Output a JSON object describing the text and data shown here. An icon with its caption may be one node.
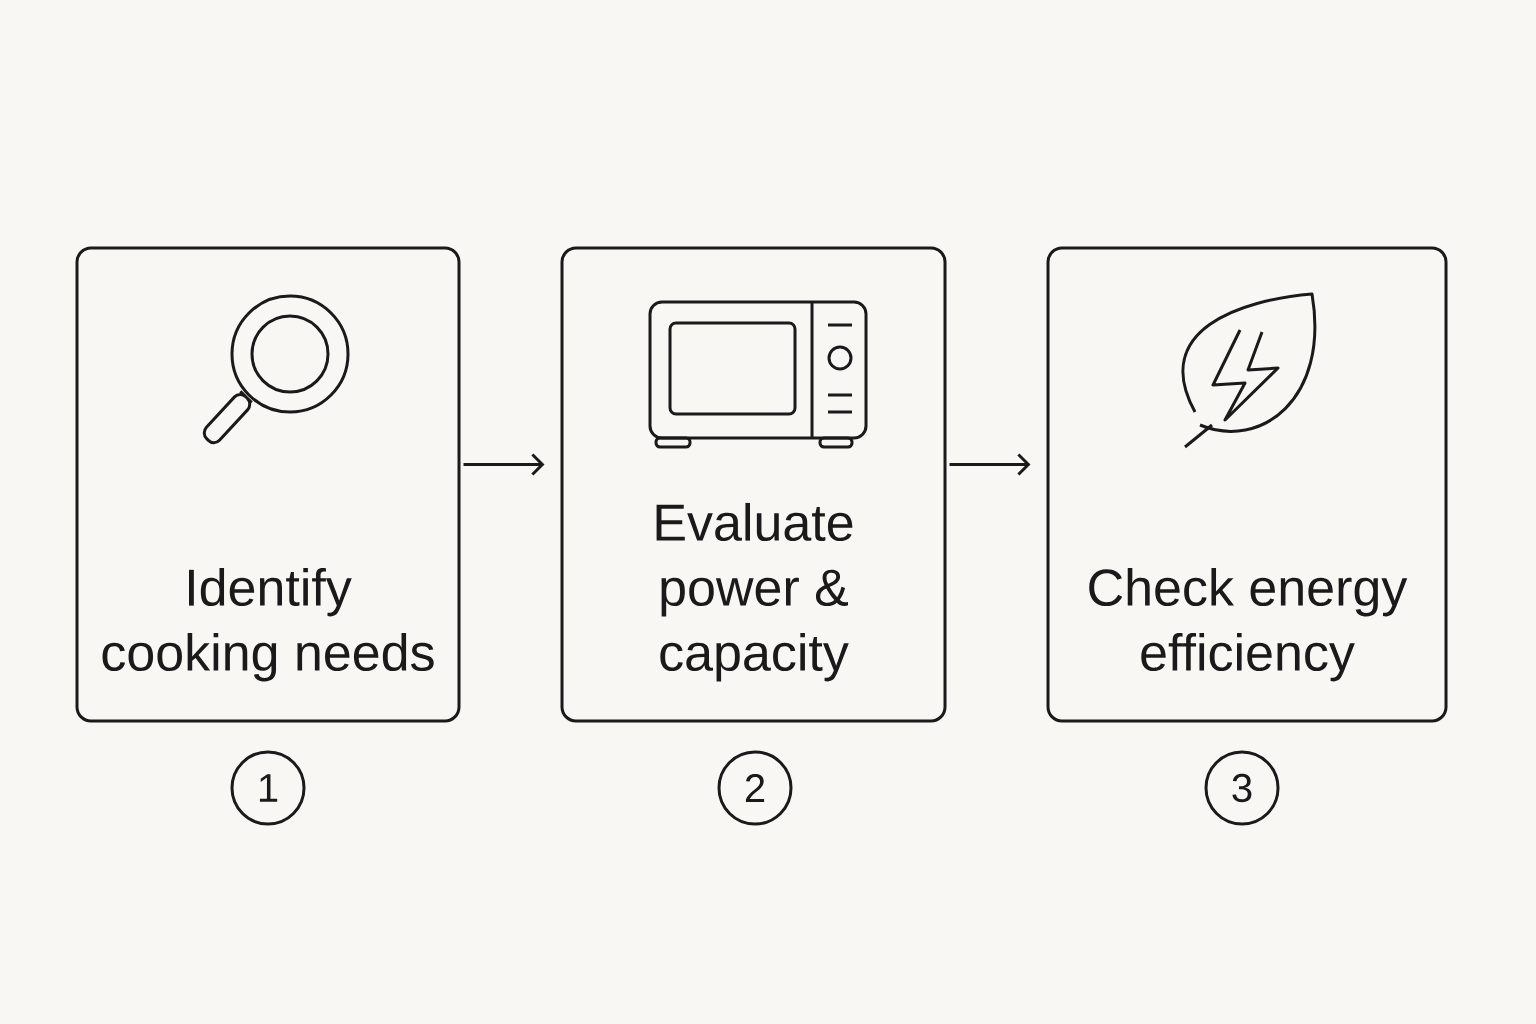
{
  "diagram": {
    "nodes": [
      {
        "text": [
          "Identify cooking needs"
        ]
      },
      {
        "text": [
          "Evaluate power & capacity"
        ]
      },
      {
        "text": [
          "Check energy efficiency"
        ]
      },
      {
        "text": [
          "1"
        ]
      },
      {
        "text": [
          "2"
        ]
      },
      {
        "text": [
          "3"
        ]
      }
    ],
    "edges": [
      {
        "from": 0,
        "to": 1,
        "arrow": "to"
      },
      {
        "from": 1,
        "to": 2,
        "arrow": "to"
      }
    ]
  }
}
